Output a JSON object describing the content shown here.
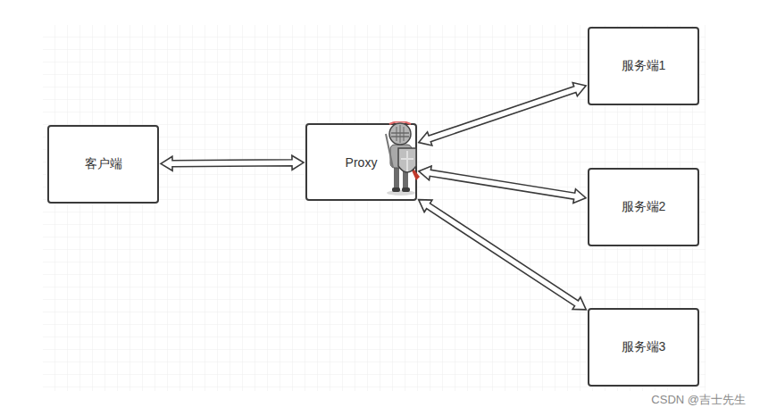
{
  "diagram": {
    "nodes": [
      {
        "text": [
          "客户端"
        ]
      },
      {
        "text": [
          "Proxy"
        ]
      },
      {
        "text": [
          "服务端1"
        ]
      },
      {
        "text": [
          "服务端2"
        ]
      },
      {
        "text": [
          "服务端3"
        ]
      }
    ],
    "edges": [
      {
        "from": 0,
        "to": 1,
        "arrow": "both"
      },
      {
        "from": 1,
        "to": 2,
        "arrow": "both"
      },
      {
        "from": 1,
        "to": 3,
        "arrow": "both"
      },
      {
        "from": 1,
        "to": 4,
        "arrow": "both"
      }
    ],
    "labels": [
      "CSDN @吉士先生"
    ]
  }
}
